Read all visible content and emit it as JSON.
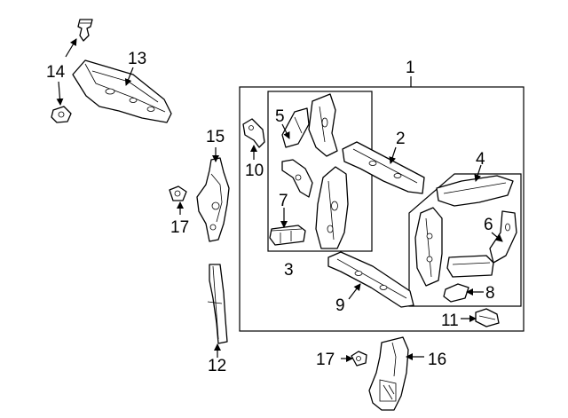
{
  "callouts": {
    "c1": "1",
    "c2": "2",
    "c3": "3",
    "c4": "4",
    "c5": "5",
    "c6": "6",
    "c7": "7",
    "c8": "8",
    "c9": "9",
    "c10": "10",
    "c11": "11",
    "c12": "12",
    "c13": "13",
    "c14": "14",
    "c15": "15",
    "c16": "16",
    "c17a": "17",
    "c17b": "17"
  }
}
